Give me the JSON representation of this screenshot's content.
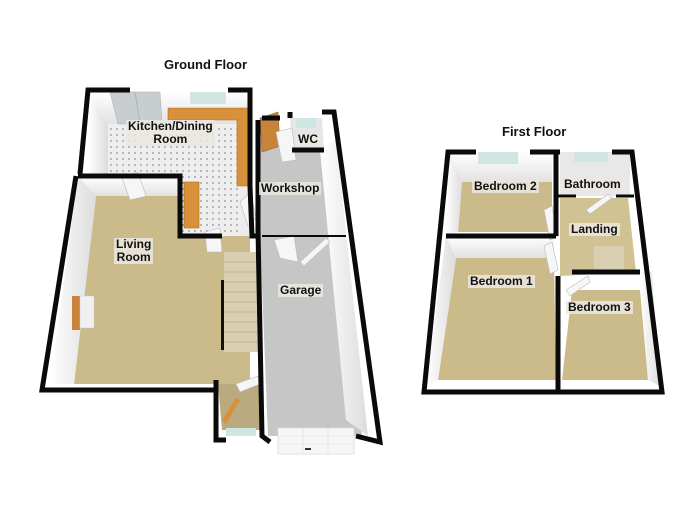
{
  "floors": [
    {
      "title": "Ground Floor",
      "rooms": [
        {
          "name": "Kitchen/Dining",
          "name2": "Room"
        },
        {
          "name": "WC"
        },
        {
          "name": "Workshop"
        },
        {
          "name": "Living",
          "name2": "Room"
        },
        {
          "name": "Garage"
        }
      ]
    },
    {
      "title": "First Floor",
      "rooms": [
        {
          "name": "Bedroom 2"
        },
        {
          "name": "Bathroom"
        },
        {
          "name": "Landing"
        },
        {
          "name": "Bedroom 1"
        },
        {
          "name": "Bedroom 3"
        }
      ]
    }
  ],
  "colors": {
    "wall": "#0a0a0a",
    "inner_wall": "#f2f2f2",
    "carpet": "#c9b98a",
    "tile_floor": "#eeeeee",
    "garage_floor": "#c8c8c8",
    "worktop": "#d9903a",
    "window": "#cfe6e2",
    "door": "#f4f4f4"
  }
}
